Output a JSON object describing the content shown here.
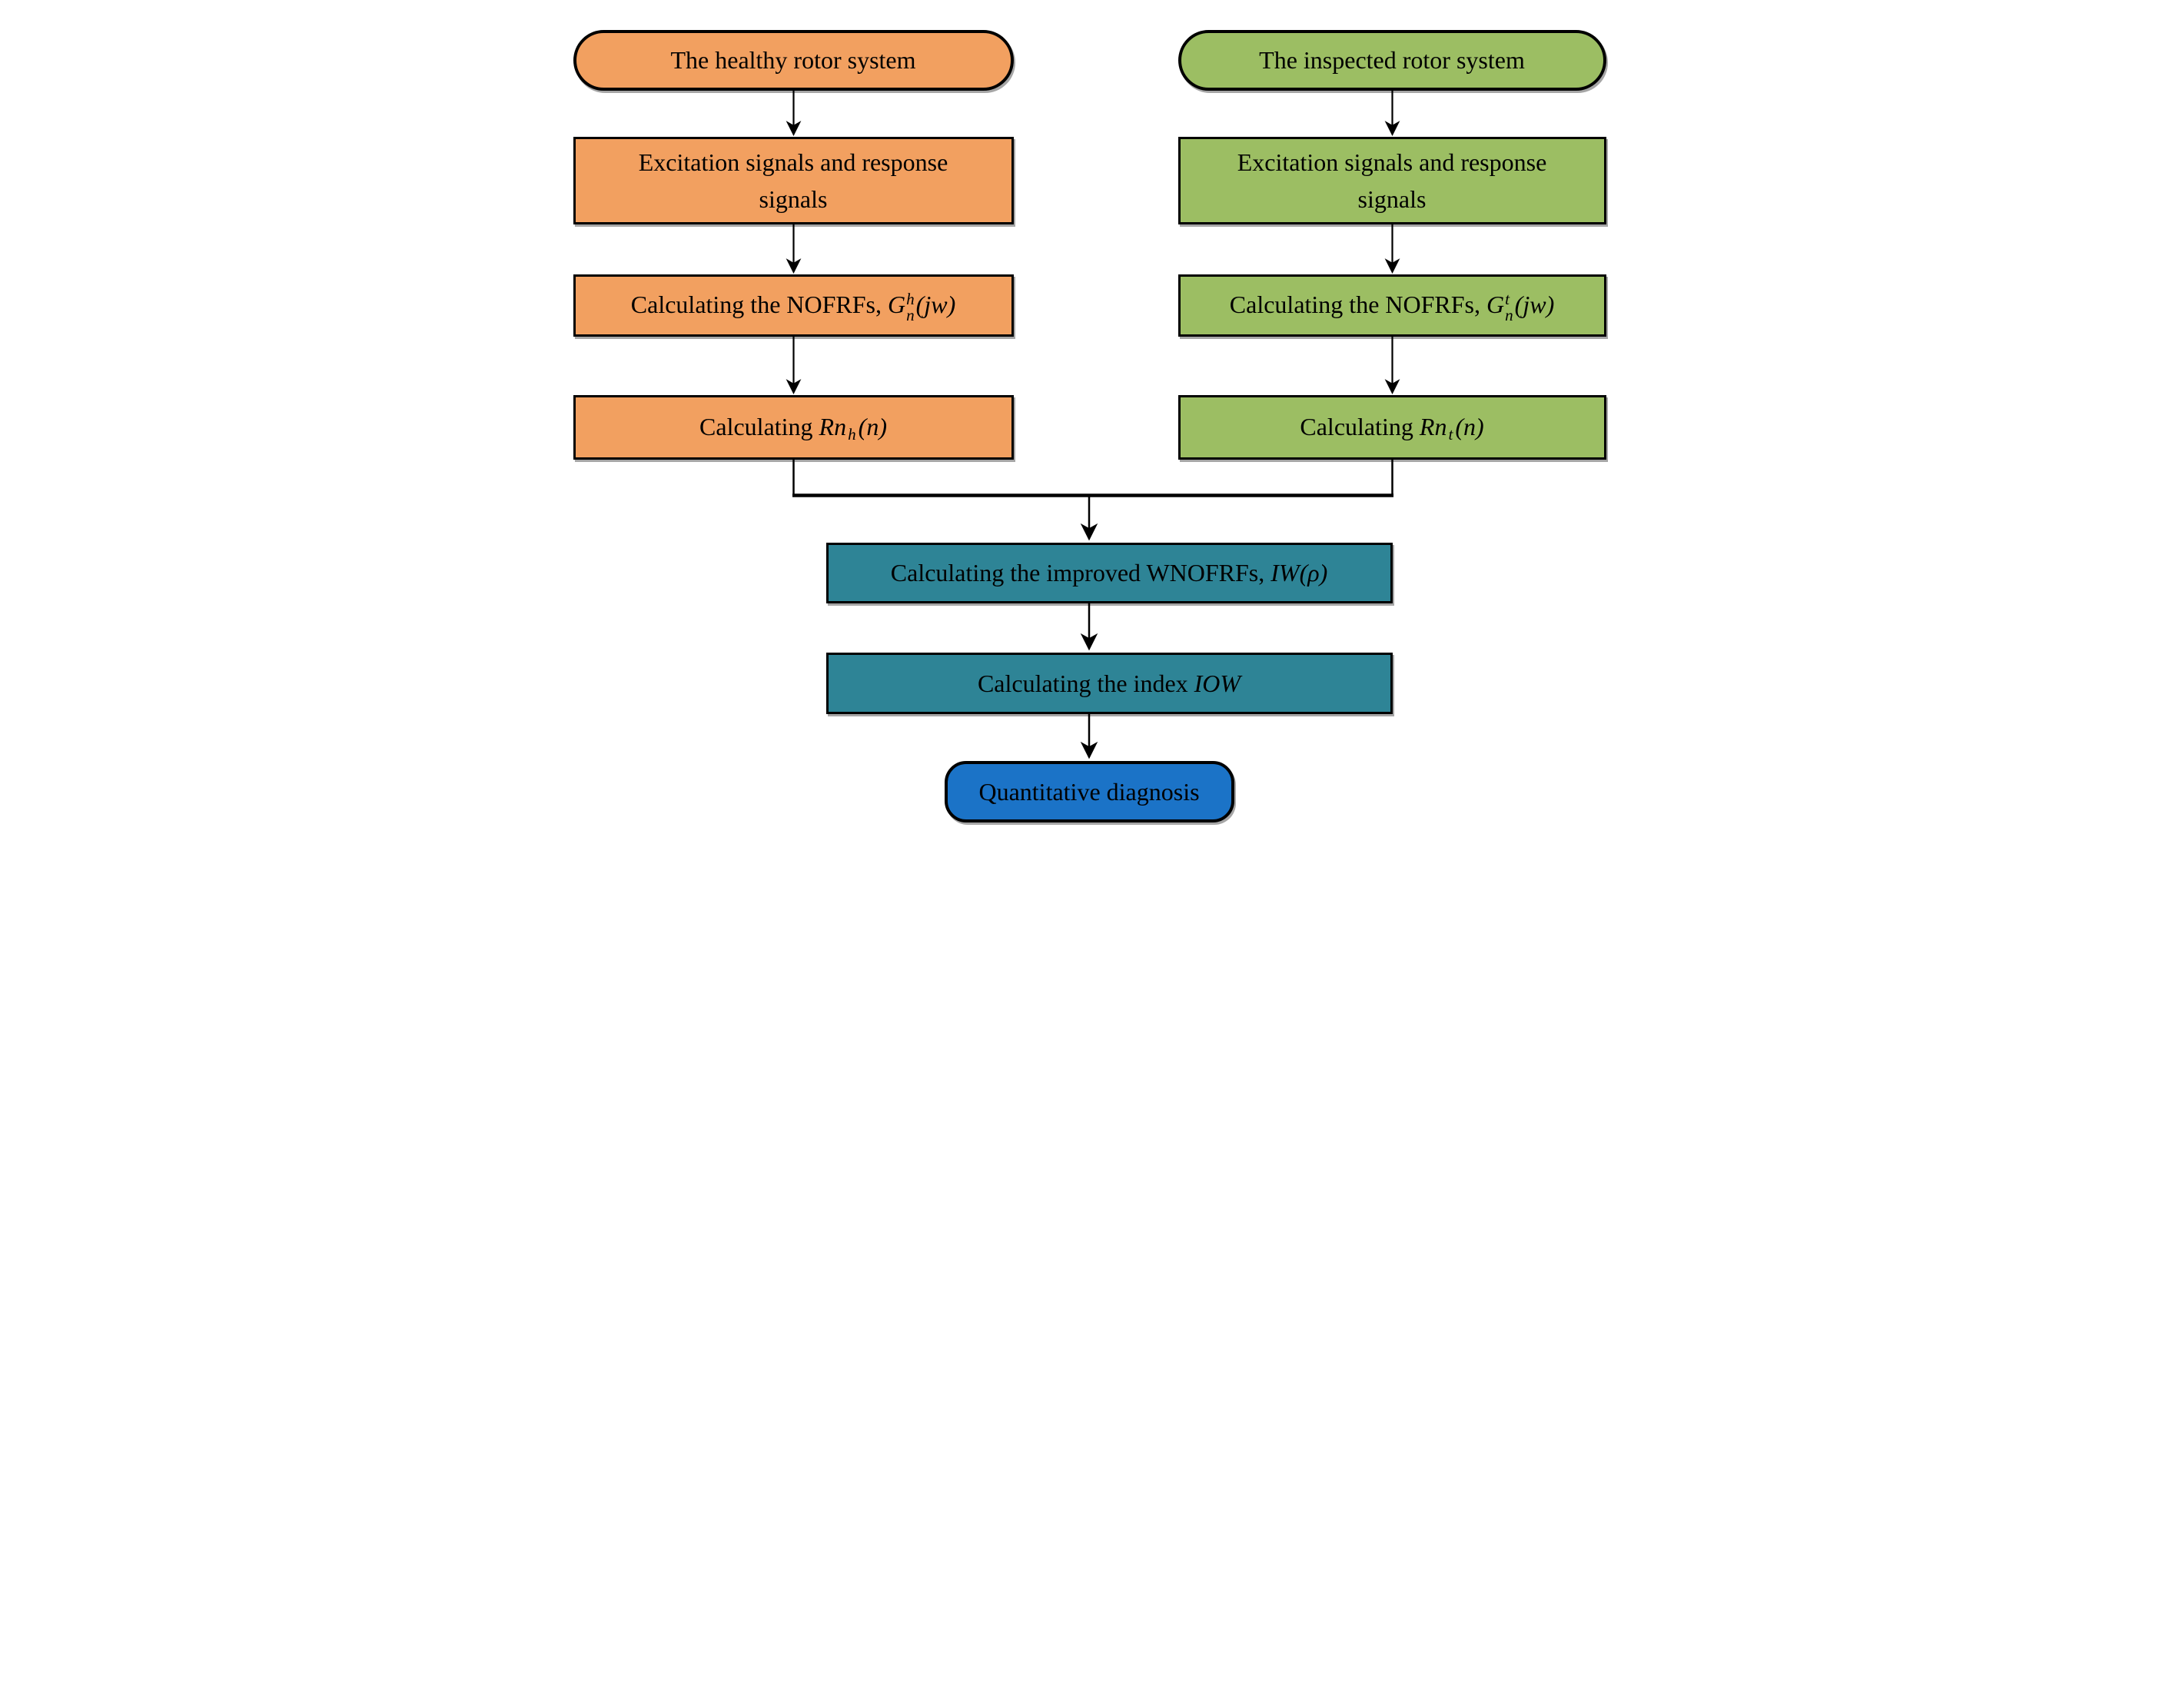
{
  "colors": {
    "orange": "#F2A060",
    "green": "#9CBE63",
    "teal": "#2E8496",
    "blue": "#1B73C7",
    "outline": "#000000",
    "background": "#FFFFFF"
  },
  "left_branch": {
    "system": {
      "label": "The healthy rotor system"
    },
    "signals": {
      "lines": [
        "Excitation signals and response",
        "signals"
      ]
    },
    "nofrfs": {
      "prefix": "Calculating the NOFRFs, ",
      "symbol": "G",
      "sup": "h",
      "sub": "n",
      "args": "(jw)"
    },
    "rn": {
      "prefix": "Calculating ",
      "symbol": "Rn",
      "sub": "h",
      "args": "(n)"
    }
  },
  "right_branch": {
    "system": {
      "label": "The inspected rotor system"
    },
    "signals": {
      "lines": [
        "Excitation signals and response",
        "signals"
      ]
    },
    "nofrfs": {
      "prefix": "Calculating the NOFRFs, ",
      "symbol": "G",
      "sup": "t",
      "sub": "n",
      "args": "(jw)"
    },
    "rn": {
      "prefix": "Calculating ",
      "symbol": "Rn",
      "sub": "t",
      "args": "(n)"
    }
  },
  "merged": {
    "wnofrfs": {
      "prefix": "Calculating the improved WNOFRFs, ",
      "symbol": "IW",
      "args": "(ρ)"
    },
    "index": {
      "prefix": "Calculating the index ",
      "symbol": "IOW"
    },
    "diagnosis": {
      "label": "Quantitative diagnosis"
    }
  }
}
